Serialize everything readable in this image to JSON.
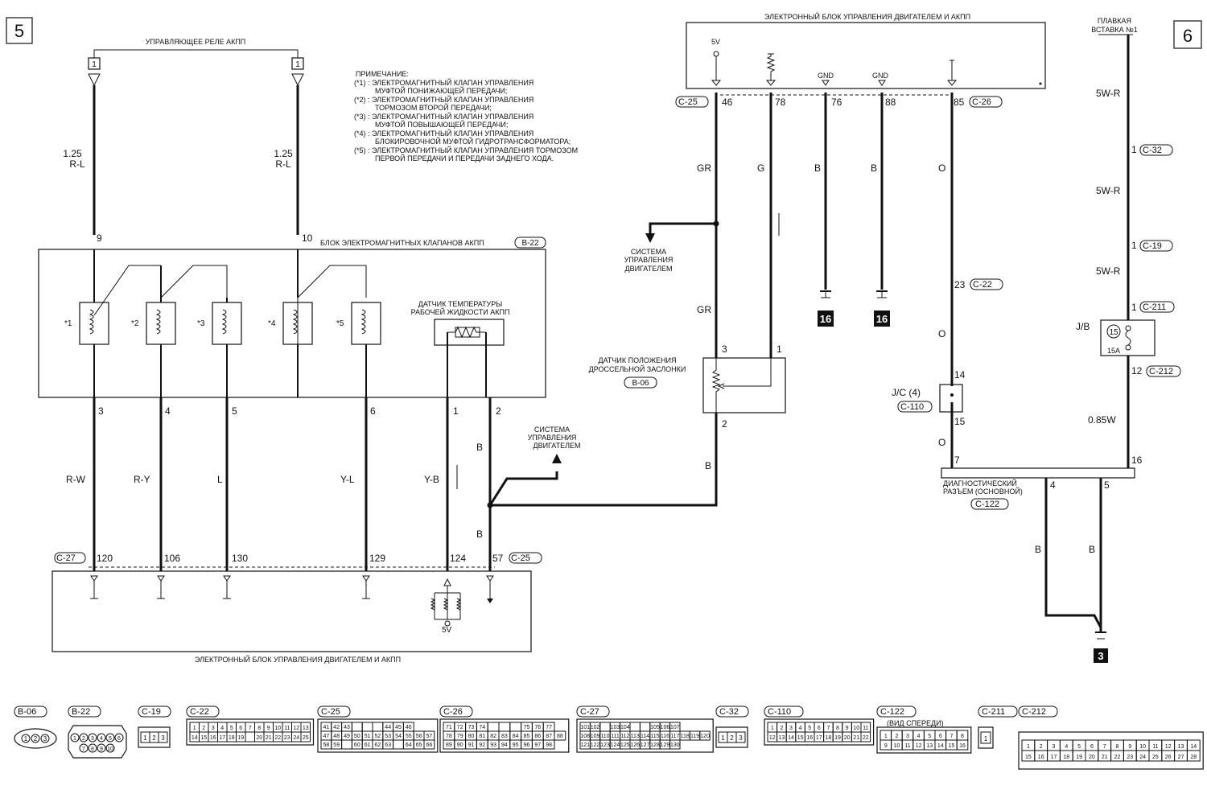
{
  "page_markers": {
    "left": "5",
    "right": "6"
  },
  "left": {
    "relay_title": "УПРАВЛЯЮЩЕЕ РЕЛЕ АКПП",
    "relay_ref": "1",
    "wire_left": {
      "gauge": "1.25",
      "color": "R-L",
      "pin": "9"
    },
    "wire_right": {
      "gauge": "1.25",
      "color": "R-L",
      "pin": "10"
    },
    "note_title": "ПРИМЕЧАНИЕ:",
    "notes": [
      "(*1) : ЭЛЕКТРОМАГНИТНЫЙ КЛАПАН УПРАВЛЕНИЯ",
      "МУФТОЙ ПОНИЖАЮЩЕЙ ПЕРЕДАЧИ;",
      "(*2) : ЭЛЕКТРОМАГНИТНЫЙ КЛАПАН УПРАВЛЕНИЯ",
      "ТОРМОЗОМ ВТОРОЙ ПЕРЕДАЧИ;",
      "(*3) : ЭЛЕКТРОМАГНИТНЫЙ КЛАПАН УПРАВЛЕНИЯ",
      "МУФТОЙ ПОВЫШАЮЩЕЙ ПЕРЕДАЧИ;",
      "(*4) : ЭЛЕКТРОМАГНИТНЫЙ КЛАПАН УПРАВЛЕНИЯ",
      "БЛОКИРОВОЧНОЙ МУФТОЙ ГИДРОТРАНСФОРМАТОРА;",
      "(*5) : ЭЛЕКТРОМАГНИТНЫЙ КЛАПАН УПРАВЛЕНИЯ ТОРМОЗОМ",
      "ПЕРВОЙ ПЕРЕДАЧИ И ПЕРЕДАЧИ ЗАДНЕГО ХОДА."
    ],
    "solenoid_block": "БЛОК ЭЛЕКТРОМАГНИТНЫХ КЛАПАНОВ АКПП",
    "solenoid_block_ref": "B-22",
    "solenoids": [
      "*1",
      "*2",
      "*3",
      "*4",
      "*5"
    ],
    "temp_sensor": [
      "ДАТЧИК ТЕМПЕРАТУРЫ",
      "РАБОЧЕЙ ЖИДКОСТИ АКПП"
    ],
    "out_pins": [
      "3",
      "4",
      "5",
      "6",
      "1",
      "2"
    ],
    "out_colors": [
      "R-W",
      "R-Y",
      "L",
      "Y-L",
      "Y-B",
      "B",
      "B"
    ],
    "engine_sys": [
      "СИСТЕМА",
      "УПРАВЛЕНИЯ",
      "ДВИГАТЕЛЕМ"
    ],
    "ecu_conn_left": "C-27",
    "ecu_conn_right": "C-25",
    "ecu_pins": [
      "120",
      "106",
      "130",
      "129",
      "124",
      "57"
    ],
    "ecu_5v": "5V",
    "ecu_label": "ЭЛЕКТРОННЫЙ БЛОК УПРАВЛЕНИЯ ДВИГАТЕЛЕМ И АКПП"
  },
  "right": {
    "ecu_label": "ЭЛЕКТРОННЫЙ БЛОК УПРАВЛЕНИЯ ДВИГАТЕЛЕМ И АКПП",
    "ecu_5v": "5V",
    "gnd1": "GND",
    "gnd2": "GND",
    "conn_c25": "C-25",
    "conn_c26": "C-26",
    "pins": [
      "46",
      "78",
      "76",
      "88",
      "85"
    ],
    "wire_colors": [
      "GR",
      "G",
      "B",
      "B",
      "O"
    ],
    "engine_sys": [
      "СИСТЕМА",
      "УПРАВЛЕНИЯ",
      "ДВИГАТЕЛЕМ"
    ],
    "gr2": "GR",
    "ground_ref": "16",
    "tps": [
      "ДАТЧИК ПОЛОЖЕНИЯ",
      "ДРОССЕЛЬНОЙ ЗАСЛОНКИ"
    ],
    "tps_ref": "B-06",
    "tps_pins": [
      "3",
      "1",
      "2"
    ],
    "tps_b": "B",
    "c22_pin": "23",
    "c22": "C-22",
    "o2": "O",
    "jc": "J/C (4)",
    "jc_pin1": "14",
    "jc_pin2": "15",
    "c110": "C-110",
    "o3": "O",
    "fuse_title": [
      "ПЛАВКАЯ",
      "ВСТАВКА №1"
    ],
    "fuse_wire": "5W-R",
    "c32_pin": "1",
    "c32": "C-32",
    "c19_pin": "1",
    "c19": "C-19",
    "c211_pin": "1",
    "c211": "C-211",
    "jb": "J/B",
    "fuse_num": "15",
    "fuse_amp": "15A",
    "c212_pin": "12",
    "c212": "C-212",
    "wire_085": "0.85W",
    "diag_pins": [
      "7",
      "16",
      "4",
      "5"
    ],
    "diag": [
      "ДИАГНОСТИЧЕСКИЙ",
      "РАЗЪЕМ (ОСНОВНОЙ)"
    ],
    "c122": "C-122",
    "diag_b1": "B",
    "diag_b2": "B",
    "ground_ref2": "3"
  },
  "connectors": [
    {
      "id": "B-06",
      "cells": [
        "1",
        "2",
        "3"
      ]
    },
    {
      "id": "B-22",
      "cells": [
        "1",
        "2",
        "3",
        "4",
        "5",
        "6",
        "7",
        "8",
        "9",
        "10"
      ]
    },
    {
      "id": "C-19",
      "cells": [
        "1",
        "2",
        "3"
      ]
    },
    {
      "id": "C-22",
      "rows": [
        [
          "1",
          "2",
          "3",
          "4",
          "5",
          "6",
          "7",
          "8",
          "9",
          "10",
          "11",
          "12",
          "13"
        ],
        [
          "14",
          "15",
          "16",
          "17",
          "18",
          "19",
          "",
          "20",
          "21",
          "22",
          "23",
          "24",
          "25"
        ]
      ]
    },
    {
      "id": "C-25",
      "rows": [
        [
          "41",
          "42",
          "43",
          "",
          "",
          "",
          "44",
          "45",
          "46"
        ],
        [
          "47",
          "48",
          "49",
          "50",
          "51",
          "52",
          "53",
          "54",
          "55",
          "56",
          "57"
        ],
        [
          "58",
          "59",
          "",
          "60",
          "61",
          "62",
          "63",
          "",
          "64",
          "65",
          "66"
        ]
      ]
    },
    {
      "id": "C-26",
      "rows": [
        [
          "71",
          "72",
          "73",
          "74",
          "",
          "",
          "",
          "75",
          "76",
          "77"
        ],
        [
          "78",
          "79",
          "80",
          "81",
          "82",
          "83",
          "84",
          "85",
          "86",
          "87",
          "88"
        ],
        [
          "89",
          "90",
          "91",
          "92",
          "93",
          "94",
          "95",
          "96",
          "97",
          "98"
        ]
      ]
    },
    {
      "id": "C-27",
      "rows": [
        [
          "101",
          "102",
          "",
          "103",
          "104",
          "",
          "",
          "105",
          "106",
          "107"
        ],
        [
          "108",
          "109",
          "110",
          "111",
          "112",
          "113",
          "114",
          "115",
          "116",
          "117",
          "118",
          "119",
          "120"
        ],
        [
          "121",
          "122",
          "123",
          "124",
          "125",
          "126",
          "127",
          "128",
          "129",
          "130"
        ]
      ]
    },
    {
      "id": "C-32",
      "cells": [
        "1",
        "2",
        "3"
      ]
    },
    {
      "id": "C-110",
      "rows": [
        [
          "1",
          "2",
          "3",
          "4",
          "5",
          "6",
          "7",
          "8",
          "9",
          "10",
          "11"
        ],
        [
          "12",
          "13",
          "14",
          "15",
          "16",
          "17",
          "18",
          "19",
          "20",
          "21",
          "22"
        ]
      ]
    },
    {
      "id": "C-122",
      "subtitle": "(ВИД СПЕРЕДИ)",
      "rows": [
        [
          "1",
          "2",
          "3",
          "4",
          "5",
          "6",
          "7",
          "8"
        ],
        [
          "9",
          "10",
          "11",
          "12",
          "13",
          "14",
          "15",
          "16"
        ]
      ]
    },
    {
      "id": "C-211",
      "cells": [
        "1"
      ]
    },
    {
      "id": "C-212",
      "rows": [
        [
          "1",
          "2",
          "3",
          "4",
          "5",
          "6",
          "7",
          "8",
          "9",
          "10",
          "11",
          "12",
          "13",
          "14"
        ],
        [
          "15",
          "16",
          "17",
          "18",
          "19",
          "20",
          "21",
          "22",
          "23",
          "24",
          "25",
          "26",
          "27",
          "28"
        ]
      ]
    }
  ]
}
